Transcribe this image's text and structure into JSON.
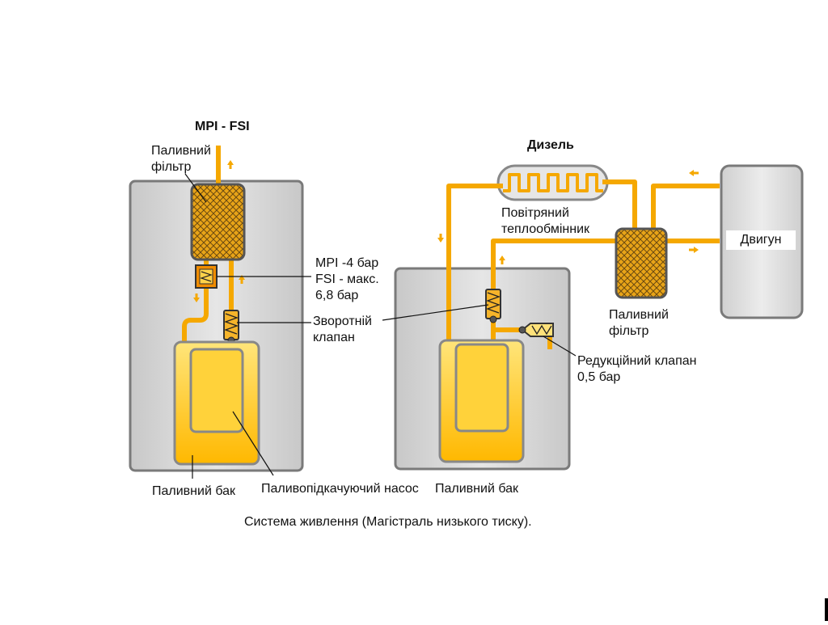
{
  "diagram": {
    "titles": {
      "mpi_fsi": "MPI - FSI",
      "diesel": "Дизель"
    },
    "labels": {
      "left_filter_1": "Паливний",
      "left_filter_2": "фільтр",
      "pressure_1": "MPI -4 бар",
      "pressure_2": "FSI - макс.",
      "pressure_3": "6,8 бар",
      "check_valve_1": "Зворотній",
      "check_valve_2": "клапан",
      "left_tank": "Паливний бак",
      "pump": "Паливопідкачуючий насос",
      "right_tank": "Паливний бак",
      "heat_exchanger_1": "Повітряний",
      "heat_exchanger_2": "теплообмінник",
      "right_filter_1": "Паливний",
      "right_filter_2": "фільтр",
      "reducing_valve_1": "Редукційний клапан",
      "reducing_valve_2": "0,5 бар",
      "engine": "Двигун"
    },
    "caption": "Система живлення (Магістраль низького тиску).",
    "colors": {
      "fuel_line": "#f5a800",
      "fuel_fill": "#ffc21a",
      "fuel_light": "#ffe27a",
      "filter_fill": "#e8a418",
      "housing": "#d4d4d4",
      "housing_border": "#7a7a7a",
      "arrow": "#f5a800"
    }
  }
}
